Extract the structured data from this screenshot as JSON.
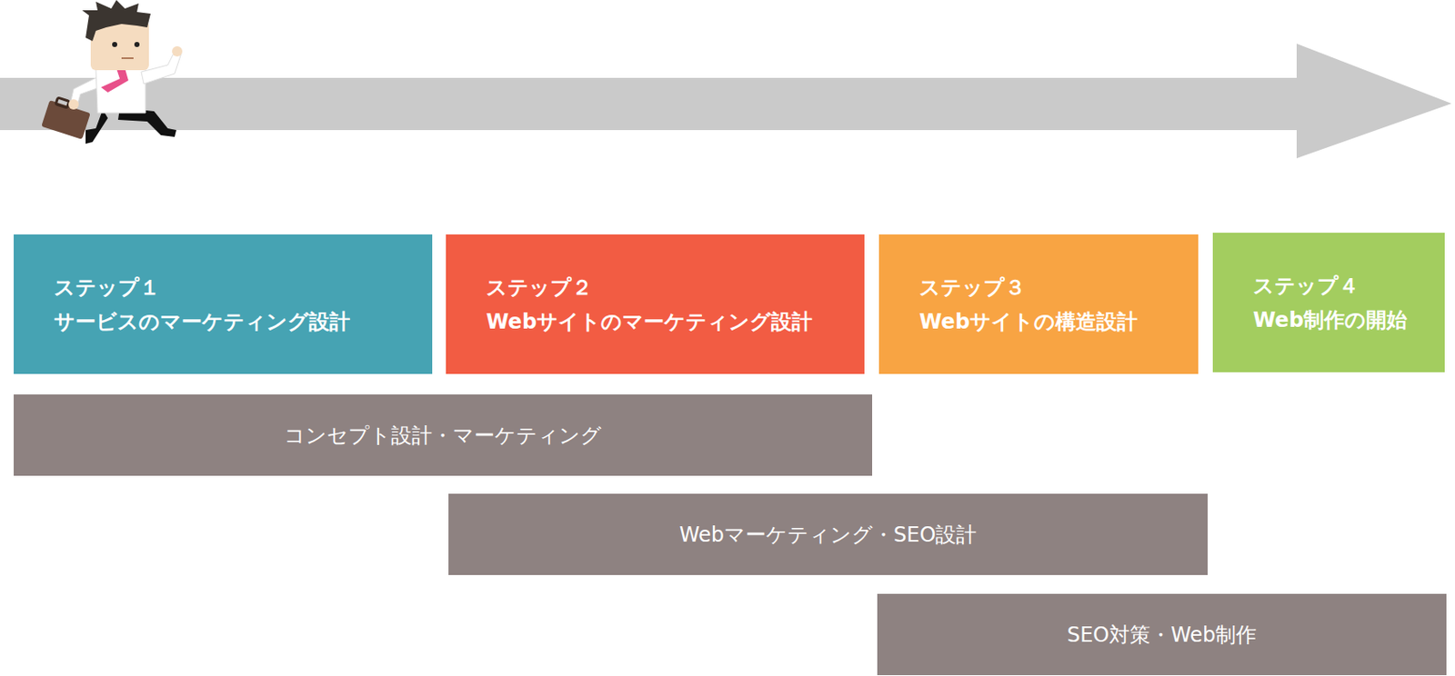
{
  "diagram": {
    "nodes": [
      {
        "text": [
          "ステップ１",
          "サービスのマーケティング設計"
        ]
      },
      {
        "text": [
          "ステップ２",
          "Webサイトのマーケティング設計"
        ]
      },
      {
        "text": [
          "ステップ３",
          "Webサイトの構造設計"
        ]
      },
      {
        "text": [
          "ステップ４",
          "Web制作の開始"
        ]
      },
      {
        "text": [
          "コンセプト設計・マーケティング"
        ]
      },
      {
        "text": [
          "Webマーケティング・SEO設計"
        ]
      },
      {
        "text": [
          "SEO対策・Web制作"
        ]
      }
    ]
  }
}
